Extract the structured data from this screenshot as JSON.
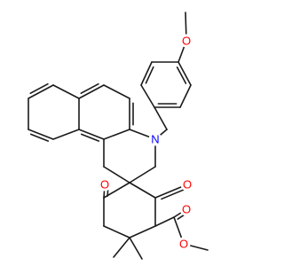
{
  "molecule": {
    "colors": {
      "bond": "#1a1a1a",
      "carbon": "#1a1a1a",
      "oxygen": "#ff0000",
      "nitrogen": "#0000ff",
      "background": "#ffffff"
    },
    "atoms": [
      {
        "id": "o_methoxy",
        "element": "O",
        "label": "O"
      },
      {
        "id": "n_ring",
        "element": "N",
        "label": "N"
      },
      {
        "id": "o_ketone_left",
        "element": "O",
        "label": "O"
      },
      {
        "id": "o_ketone_right",
        "element": "O",
        "label": "O"
      },
      {
        "id": "o_ester_carbonyl",
        "element": "O",
        "label": "O"
      },
      {
        "id": "o_ester_ether",
        "element": "O",
        "label": "O"
      }
    ]
  }
}
